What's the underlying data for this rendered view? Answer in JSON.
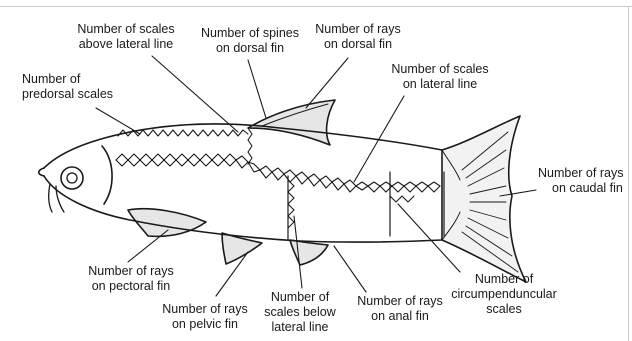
{
  "labels": {
    "scales_above": [
      "Number of scales",
      "above lateral line"
    ],
    "spines_dorsal": [
      "Number of spines",
      "on dorsal fin"
    ],
    "rays_dorsal": [
      "Number of rays",
      "on dorsal fin"
    ],
    "predorsal": [
      "Number of",
      "predorsal scales"
    ],
    "scales_lateral": [
      "Number of scales",
      "on lateral line"
    ],
    "rays_caudal": [
      "Number of rays",
      "on caudal fin"
    ],
    "rays_pectoral": [
      "Number of rays",
      "on pectoral fin"
    ],
    "rays_pelvic": [
      "Number of rays",
      "on pelvic fin"
    ],
    "scales_below": [
      "Number of",
      "scales below",
      "lateral line"
    ],
    "rays_anal": [
      "Number of rays",
      "on anal fin"
    ],
    "circumpeduncular": [
      "Number of",
      "circumpenduncular",
      "scales"
    ]
  },
  "colors": {
    "ink": "#1a1a1a",
    "fin_fill": "#e6e6e6",
    "frame": "#cccccc"
  }
}
